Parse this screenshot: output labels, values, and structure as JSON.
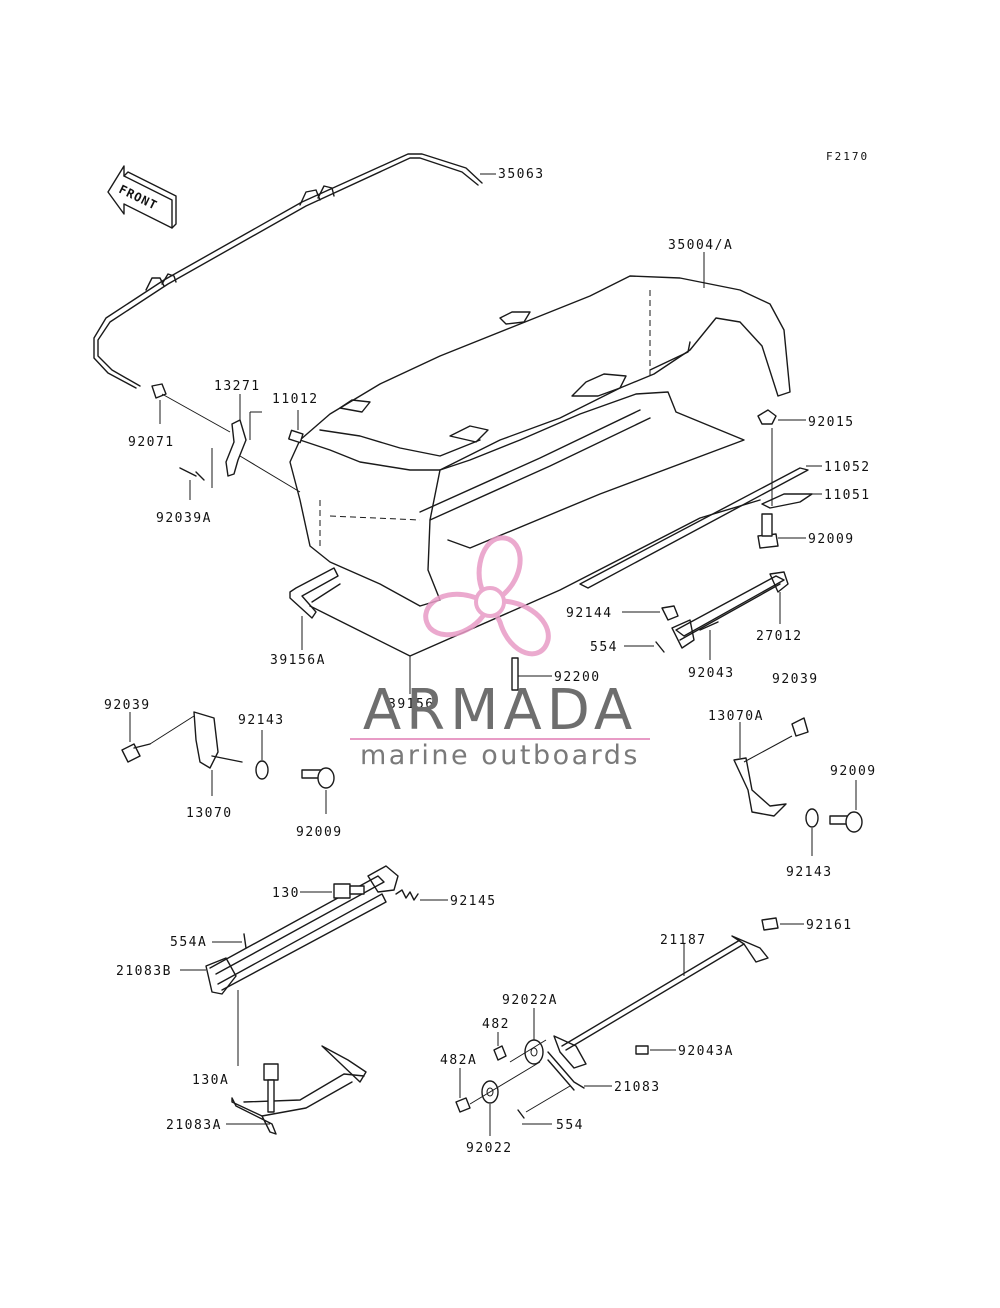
{
  "figure_code": "F2170",
  "front_label": "FRONT",
  "watermark": {
    "brand": "ARMADA",
    "tagline": "marine outboards",
    "logo_icon": "propeller-icon",
    "accent_color": "#e89bc6"
  },
  "part_labels": {
    "p35063": "35063",
    "p35004A": "35004/A",
    "p13271": "13271",
    "p11012": "11012",
    "p92071": "92071",
    "p92039A": "92039A",
    "p92015": "92015",
    "p11052": "11052",
    "p11051": "11051",
    "p92009a": "92009",
    "p92144": "92144",
    "p27012": "27012",
    "p554a": "554",
    "p92043": "92043",
    "p92039b": "92039",
    "p92200": "92200",
    "p39156A": "39156A",
    "p39156": "39156",
    "p92039c": "92039",
    "p92143a": "92143",
    "p13070": "13070",
    "p92009b": "92009",
    "p13070A": "13070A",
    "p92009c": "92009",
    "p92143b": "92143",
    "p130": "130",
    "p92145": "92145",
    "p554A": "554A",
    "p21083B": "21083B",
    "p130A": "130A",
    "p21083A": "21083A",
    "p92161": "92161",
    "p21187": "21187",
    "p92022A": "92022A",
    "p482": "482",
    "p92043A": "92043A",
    "p482A": "482A",
    "p21083": "21083",
    "p554b": "554",
    "p92022": "92022"
  }
}
